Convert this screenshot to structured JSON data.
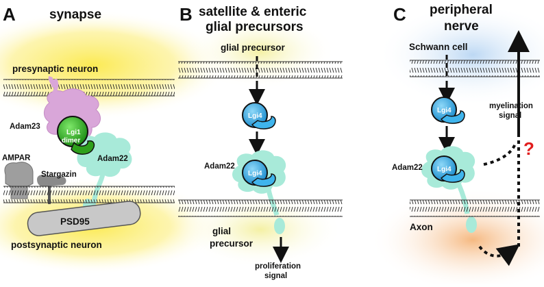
{
  "colors": {
    "synapse_glow": "#fbe94a",
    "precursor_glow": "#f3ef9a",
    "schwann_glow": "#b9d6f3",
    "axon_glow": "#f5b57a",
    "adam23": "#d9a6d9",
    "adam22": "#a8ead9",
    "lgi1": "#39c026",
    "lgi4": "#3fb4ec",
    "question_mark": "#e11c1c"
  },
  "panel_a": {
    "letter": "A",
    "title": "synapse",
    "presynaptic": "presynaptic neuron",
    "postsynaptic": "postsynaptic neuron",
    "adam23": "Adam23",
    "lgi1_line1": "Lgi1",
    "lgi1_line2": "dimer",
    "adam22": "Adam22",
    "ampar": "AMPAR",
    "stargazin": "Stargazin",
    "psd95": "PSD95"
  },
  "panel_b": {
    "letter": "B",
    "title_line1": "satellite & enteric",
    "title_line2": "glial precursors",
    "glial_precursor_top": "glial precursor",
    "lgi4": "Lgi4",
    "adam22": "Adam22",
    "lgi4_bound": "Lgi4",
    "glial_line1": "glial",
    "glial_line2": "precursor",
    "proliferation_line1": "proliferation",
    "proliferation_line2": "signal"
  },
  "panel_c": {
    "letter": "C",
    "title_line1": "peripheral",
    "title_line2": "nerve",
    "schwann": "Schwann cell",
    "lgi4": "Lgi4",
    "myelination_line1": "myelination",
    "myelination_line2": "signal",
    "question": "?",
    "adam22": "Adam22",
    "lgi4_bound": "Lgi4",
    "axon": "Axon"
  }
}
